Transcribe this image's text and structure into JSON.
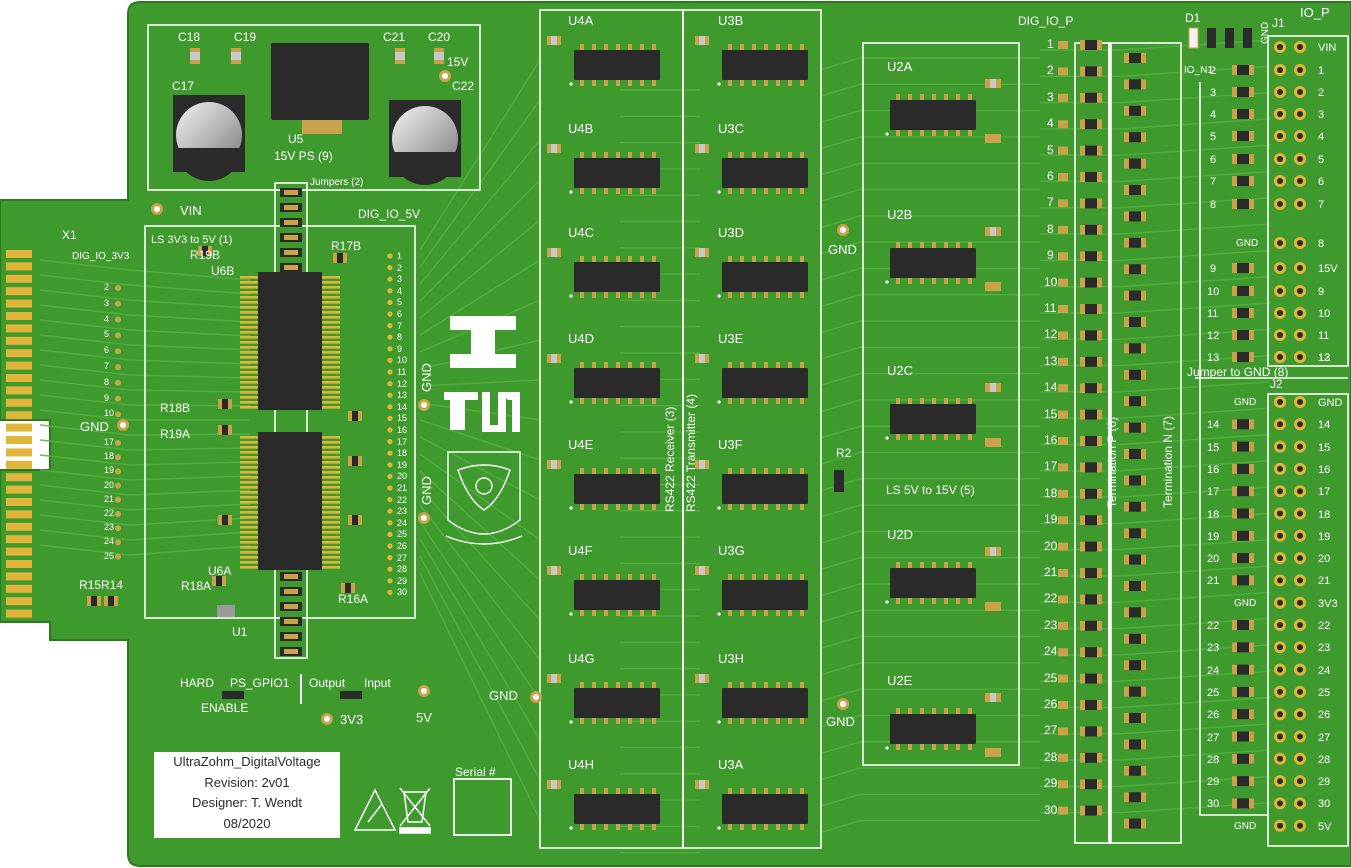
{
  "board": {
    "colors": {
      "pcb": "#3f9a2e",
      "pcb_dark": "#2f8123",
      "trace": "#4aaa38",
      "copper": "#c9a24a",
      "silk": "#ffffff",
      "ic_body": "#2a2a2a",
      "gold": "#e0b53a"
    },
    "top_labels": {
      "vin": "VIN",
      "x1": "X1",
      "dig_io_3v3": "DIG_IO_3V3",
      "dig_io_5v": "DIG_IO_5V",
      "dig_io_p": "DIG_IO_P",
      "io_p": "IO_P",
      "io_n1": "IO_N1",
      "j1": "J1",
      "j2": "J2",
      "d1": "D1",
      "jumper_to_gnd": "Jumper to GND (8)",
      "jumpers": "Jumpers (2)",
      "ls3v3": "LS 3V3 to 5V (1)",
      "ls5v15": "LS 5V to 15V (5)",
      "rs422_receiver": "RS422 Receiver (3)",
      "rs422_transmitter": "RS422 Transmitter (4)",
      "term_p": "Termination P (6)",
      "term_n": "Termination N (7)",
      "u5": "U5",
      "u5_desc": "15V PS (9)",
      "v15": "15V",
      "v5": "5V",
      "v3v3": "3V3",
      "hard": "HARD",
      "enable": "ENABLE",
      "ps_gpio1": "PS_GPIO1",
      "output": "Output",
      "input": "Input",
      "serial": "Serial #",
      "u1": "U1",
      "r15r14": "R15R14"
    },
    "power_caps": [
      "C18",
      "C19",
      "C21",
      "C20",
      "C17",
      "C22"
    ],
    "ls_parts": [
      "R19B",
      "U6B",
      "R17B",
      "R18B",
      "R19A",
      "U6A",
      "R18A",
      "R16A"
    ],
    "gnd_label": "GND",
    "r2": "R2",
    "u4": [
      "U4A",
      "U4B",
      "U4C",
      "U4D",
      "U4E",
      "U4F",
      "U4G",
      "U4H"
    ],
    "u3": [
      "U3B",
      "U3C",
      "U3D",
      "U3E",
      "U3F",
      "U3G",
      "U3H",
      "U3A"
    ],
    "u2": [
      "U2A",
      "U2B",
      "U2C",
      "U2D",
      "U2E"
    ],
    "info": {
      "project": "UltraZohm_DigitalVoltage",
      "revision": "Revision: 2v01",
      "designer": "Designer: T. Wendt",
      "date": "08/2020"
    },
    "dig_io_p_pins": [
      "1",
      "2",
      "3",
      "4",
      "5",
      "6",
      "7",
      "8",
      "9",
      "10",
      "11",
      "12",
      "13",
      "14",
      "15",
      "16",
      "17",
      "18",
      "19",
      "20",
      "21",
      "22",
      "23",
      "24",
      "25",
      "26",
      "27",
      "28",
      "29",
      "30"
    ],
    "io_n1_col": [
      "2",
      "3",
      "4",
      "5",
      "6",
      "7",
      "8",
      "GND",
      "9",
      "10",
      "11",
      "12",
      "13"
    ],
    "j1_right": [
      "VIN",
      "1",
      "2",
      "3",
      "4",
      "5",
      "6",
      "7",
      "8",
      "15V",
      "9",
      "10",
      "11",
      "12",
      "13"
    ],
    "j2_left": [
      "GND",
      "14",
      "15",
      "16",
      "17",
      "18",
      "19",
      "20",
      "21",
      "GND",
      "22",
      "23",
      "24",
      "25",
      "26",
      "27",
      "28",
      "29",
      "30",
      "GND"
    ],
    "j2_right": [
      "GND",
      "14",
      "15",
      "16",
      "17",
      "18",
      "19",
      "20",
      "21",
      "3V3",
      "22",
      "23",
      "24",
      "25",
      "26",
      "27",
      "28",
      "29",
      "30",
      "5V"
    ],
    "x1_pins_top": [
      "2",
      "3",
      "4",
      "5",
      "6",
      "7",
      "8",
      "9",
      "10"
    ],
    "x1_pins_bottom": [
      "17",
      "18",
      "19",
      "20",
      "21",
      "22",
      "23",
      "24",
      "25"
    ],
    "dig5v_pins": [
      "1",
      "2",
      "3",
      "4",
      "5",
      "6",
      "7",
      "8",
      "9",
      "10",
      "11",
      "12",
      "13",
      "14",
      "15",
      "16",
      "17",
      "18",
      "19",
      "20",
      "21",
      "22",
      "23",
      "24",
      "25",
      "26",
      "27",
      "28",
      "29",
      "30"
    ]
  }
}
